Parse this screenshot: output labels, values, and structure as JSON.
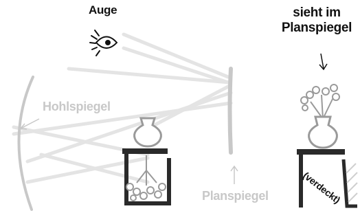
{
  "labels": {
    "eye": "Auge",
    "concave_mirror": "Hohlspiegel",
    "plane_mirror": "Planspiegel",
    "sees_in_plane_mirror_line1": "sieht im",
    "sees_in_plane_mirror_line2": "Planspiegel",
    "hidden": "(verdeckt)"
  },
  "colors": {
    "ink": "#111111",
    "faded": "#c8c8c8",
    "ray": "#e4e4e4",
    "vase": "#9a9a9a",
    "table": "#2a2a2a"
  },
  "icons": [
    "eye-icon",
    "vase-icon",
    "flower-bouquet-icon",
    "arrow-icon"
  ]
}
